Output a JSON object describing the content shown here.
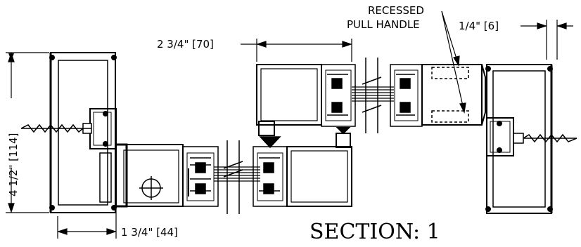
{
  "annotations": {
    "handle_line1": "RECESSED",
    "handle_line2": "PULL HANDLE",
    "dim_quarter": "1/4\" [6]",
    "dim_panel_width": "2 3/4\" [70]",
    "dim_height": "4 1/2\" [114]",
    "dim_depth": "1 3/4\" [44]"
  },
  "title": "SECTION:  1"
}
